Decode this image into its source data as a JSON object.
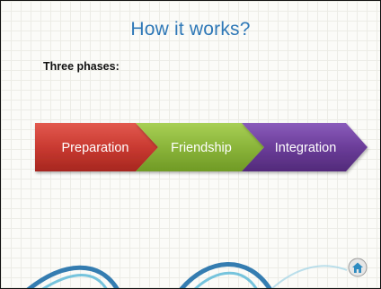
{
  "slide": {
    "title": "How it works?",
    "subtitle": "Three phases:"
  },
  "phases": [
    {
      "label": "Preparation",
      "color": "#c0392b"
    },
    {
      "label": "Friendship",
      "color": "#8ab43a"
    },
    {
      "label": "Integration",
      "color": "#6b3d99"
    }
  ],
  "decor": {
    "logo_icon": "house-emblem-icon",
    "wave_color": "#2e8bc0"
  }
}
